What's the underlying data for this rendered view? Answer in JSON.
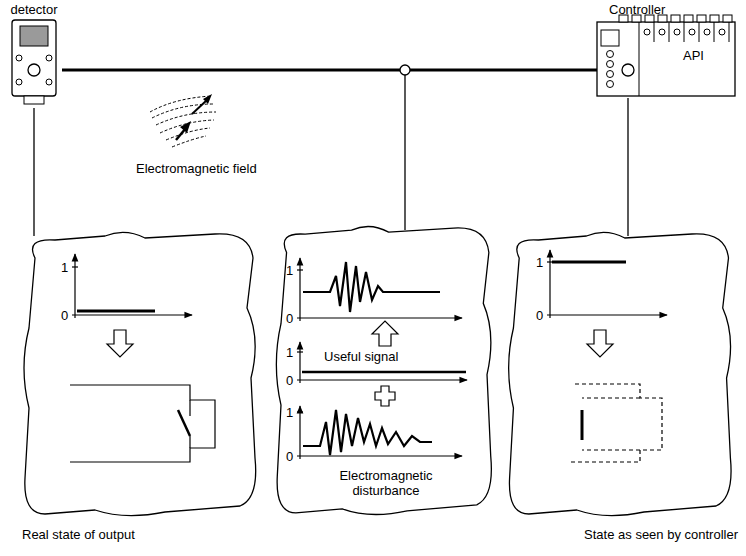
{
  "diagram": {
    "nodes": [
      {
        "text": [
          "detector"
        ]
      },
      {
        "text": [
          "Controller",
          "API"
        ]
      },
      {
        "text": [
          "Real state of output"
        ]
      },
      {
        "text": [
          "Useful signal",
          "Electromagnetic disturbance"
        ]
      },
      {
        "text": [
          "State as seen by controller"
        ]
      }
    ],
    "edges": [
      {
        "from": 0,
        "to": 1,
        "arrow": "none"
      },
      {
        "from": 0,
        "to": 2,
        "arrow": "none"
      },
      {
        "from": 1,
        "to": 4,
        "arrow": "none"
      }
    ],
    "labels": [
      "Electromagnetic field",
      "1",
      "0",
      "1",
      "0",
      "1",
      "0",
      "1",
      "0",
      "1",
      "0"
    ]
  }
}
